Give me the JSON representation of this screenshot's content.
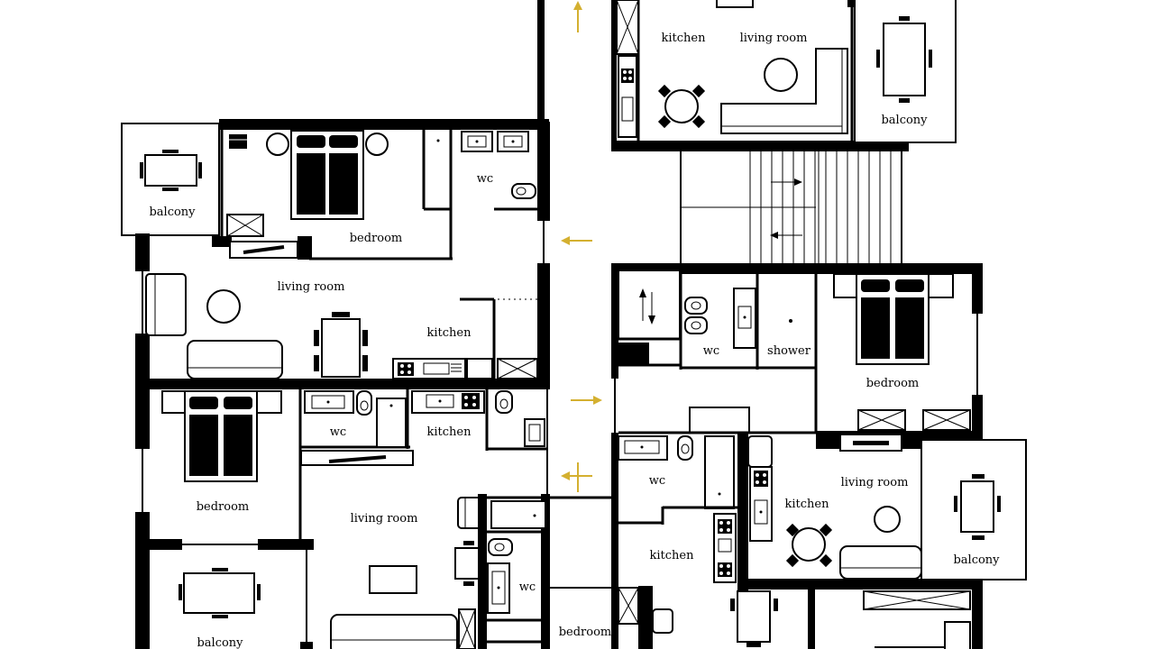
{
  "rooms": {
    "top_right_kitchen": "kitchen",
    "top_right_living": "living room",
    "top_right_balcony": "balcony",
    "left_balcony_top": "balcony",
    "left_bedroom_top": "bedroom",
    "left_wc_top": "wc",
    "left_living": "living room",
    "left_kitchen": "kitchen",
    "left_bedroom_mid": "bedroom",
    "left_wc_mid": "wc",
    "left_kitchen_mid": "kitchen",
    "left_living_mid": "living room",
    "left_balcony_bottom": "balcony",
    "center_wc_bottom": "wc",
    "center_bedroom_bottom": "bedroom",
    "right_wc": "wc",
    "right_shower": "shower",
    "right_bedroom": "bedroom",
    "right_wc_lower": "wc",
    "right_kitchen_small": "kitchen",
    "right_kitchen": "kitchen",
    "right_living": "living room",
    "right_balcony": "balcony"
  },
  "colors": {
    "wall": "#000000",
    "arrow": "#d4b030",
    "background": "#ffffff"
  }
}
